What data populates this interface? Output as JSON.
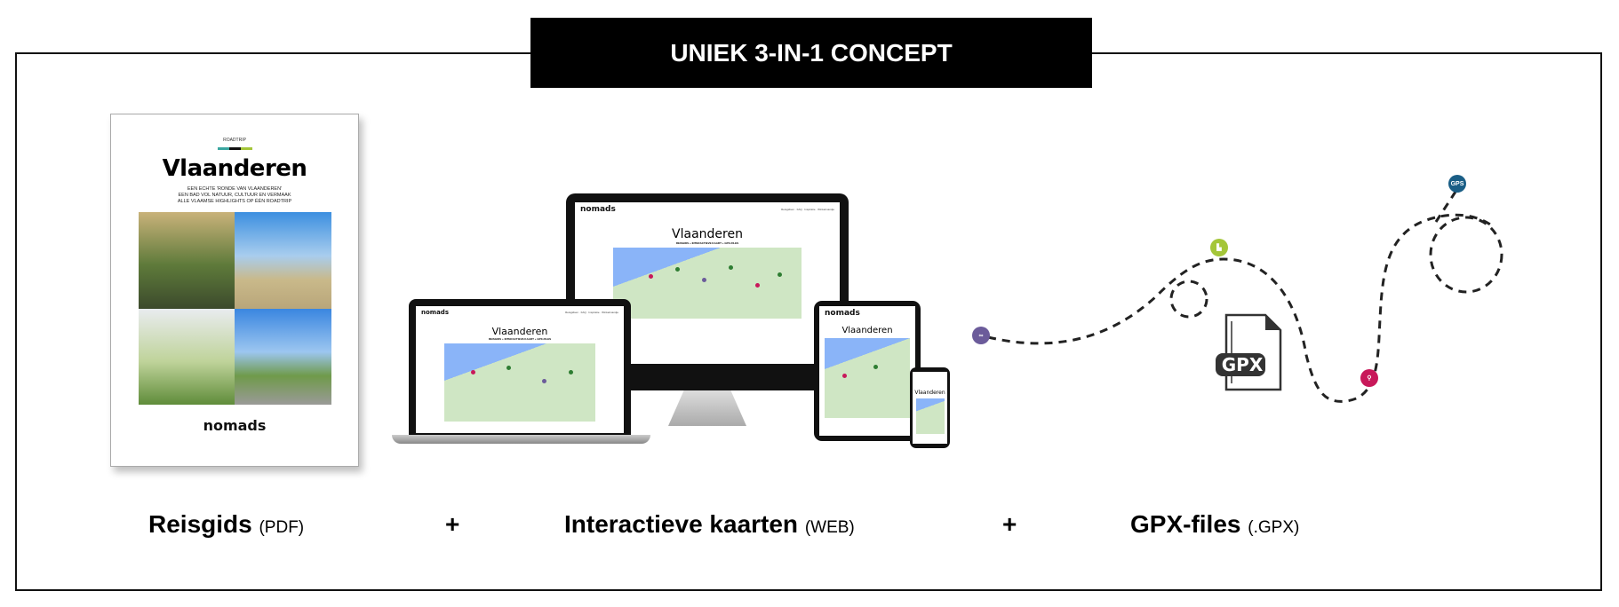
{
  "header": {
    "title": "UNIEK 3-IN-1 CONCEPT"
  },
  "brochure": {
    "kicker": "ROADTRIP",
    "title": "Vlaanderen",
    "subtitle_lines": [
      "EEN ECHTE 'RONDE VAN VLAANDEREN'",
      "EEN BAD VOL NATUUR, CULTUUR EN VERMAAK",
      "ALLE VLAAMSE HIGHLIGHTS OP ÉÉN ROADTRIP"
    ],
    "logo": "nomads",
    "stripe_colors": [
      "#3aa6a0",
      "#111111",
      "#a4c639"
    ]
  },
  "website": {
    "logo": "nomads",
    "nav": "Reisgidsen · FAQ · Inspiratie · Winkelmandje",
    "title": "Vlaanderen",
    "subtitle": "REISGIDS + INTERACTIEVE KAART + GPX-FILES"
  },
  "gpx": {
    "file_label": "GPX",
    "pins": [
      {
        "icon": "binoculars-icon",
        "color": "#6b5b9a"
      },
      {
        "icon": "hiking-boot-icon",
        "color": "#a4c639"
      },
      {
        "icon": "bicycle-icon",
        "color": "#c8185a"
      },
      {
        "icon": "gps-icon",
        "label": "GPS",
        "color": "#1a5e86"
      }
    ]
  },
  "products": [
    {
      "name": "Reisgids",
      "format": "(PDF)"
    },
    {
      "name": "Interactieve kaarten",
      "format": "(WEB)"
    },
    {
      "name": "GPX-files",
      "format": "(.GPX)"
    }
  ],
  "separator": "+"
}
